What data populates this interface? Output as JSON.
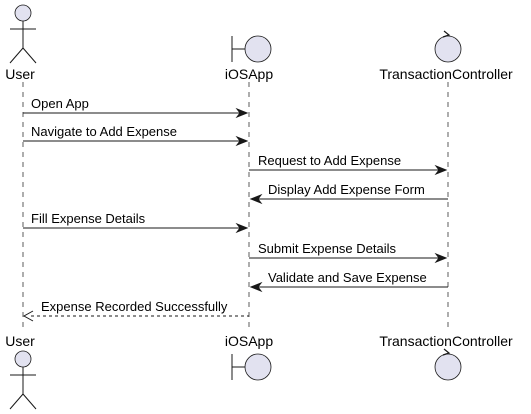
{
  "participants": [
    {
      "name": "User",
      "type": "actor"
    },
    {
      "name": "iOSApp",
      "type": "boundary"
    },
    {
      "name": "TransactionController",
      "type": "control"
    }
  ],
  "messages": [
    {
      "from": "User",
      "to": "iOSApp",
      "label": "Open App",
      "style": "solid"
    },
    {
      "from": "User",
      "to": "iOSApp",
      "label": "Navigate to Add Expense",
      "style": "solid"
    },
    {
      "from": "iOSApp",
      "to": "TransactionController",
      "label": "Request to Add Expense",
      "style": "solid"
    },
    {
      "from": "TransactionController",
      "to": "iOSApp",
      "label": "Display Add Expense Form",
      "style": "solid"
    },
    {
      "from": "User",
      "to": "iOSApp",
      "label": "Fill Expense Details",
      "style": "solid"
    },
    {
      "from": "iOSApp",
      "to": "TransactionController",
      "label": "Submit Expense Details",
      "style": "solid"
    },
    {
      "from": "TransactionController",
      "to": "iOSApp",
      "label": "Validate and Save Expense",
      "style": "solid"
    },
    {
      "from": "iOSApp",
      "to": "User",
      "label": "Expense Recorded Successfully",
      "style": "dashed"
    }
  ],
  "colors": {
    "fill": "#E2E2F0",
    "stroke": "#181818",
    "background": "#FFFFFF"
  }
}
